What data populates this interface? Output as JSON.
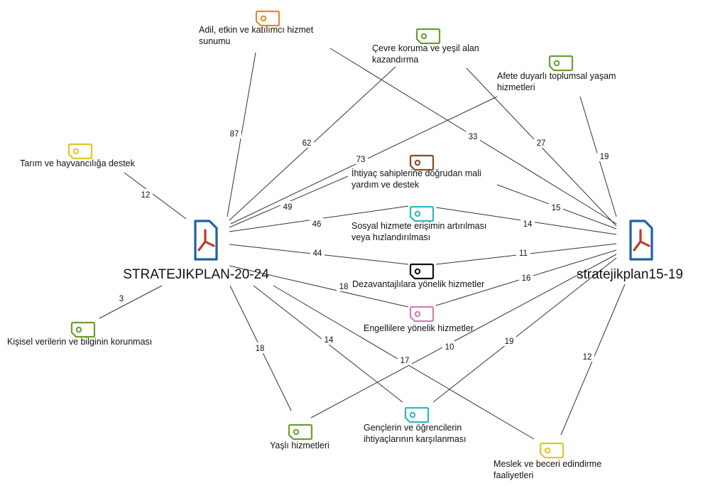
{
  "colors": {
    "orange": "#e08a2e",
    "green": "#6a9f2e",
    "yellow": "#e2c42a",
    "brown": "#8a4a1e",
    "cyan": "#2bb7c3",
    "black": "#111111",
    "pink": "#d47fb0",
    "doc_blue": "#1f5fa8",
    "doc_red": "#c0392b"
  },
  "documents": [
    {
      "id": "d1",
      "label": "STRATEJIKPLAN-20-24",
      "icon": "pdf-document-icon"
    },
    {
      "id": "d2",
      "label": "stratejikplan15-19",
      "icon": "pdf-document-icon"
    }
  ],
  "codes": [
    {
      "id": "c_adil",
      "lines": [
        "Adil,  etkin ve katılımcı hizmet",
        "sunumu"
      ],
      "color": "orange",
      "icon": "tag-icon"
    },
    {
      "id": "c_cevre",
      "lines": [
        "Çevre koruma ve yeşil alan",
        "kazandırma"
      ],
      "color": "green",
      "icon": "tag-icon"
    },
    {
      "id": "c_afete",
      "lines": [
        "Afete duyarlı toplumsal yaşam",
        "hizmetleri"
      ],
      "color": "green",
      "icon": "tag-icon"
    },
    {
      "id": "c_tarim",
      "lines": [
        "Tarım ve hayvancılığa destek"
      ],
      "color": "yellow",
      "icon": "tag-icon"
    },
    {
      "id": "c_ihtiyac",
      "lines": [
        "İhtiyaç sahiplerine doğrudan mali",
        "yardım ve destek"
      ],
      "color": "brown",
      "icon": "tag-icon"
    },
    {
      "id": "c_sosyal",
      "lines": [
        "Sosyal hizmete erişimin artırılması",
        "veya hızlandırılması"
      ],
      "color": "cyan",
      "icon": "tag-icon"
    },
    {
      "id": "c_dezav",
      "lines": [
        "Dezavantajlılara yönelik hizmetler"
      ],
      "color": "black",
      "icon": "tag-icon"
    },
    {
      "id": "c_engelli",
      "lines": [
        "Engellilere yönelik hizmetler"
      ],
      "color": "pink",
      "icon": "tag-icon"
    },
    {
      "id": "c_kisisel",
      "lines": [
        "Kişisel verilerin ve bilginin korunması"
      ],
      "color": "green",
      "icon": "tag-icon"
    },
    {
      "id": "c_yasli",
      "lines": [
        "Yaşlı hizmetleri"
      ],
      "color": "green",
      "icon": "tag-icon"
    },
    {
      "id": "c_genc",
      "lines": [
        "Gençlerin ve öğrencilerin",
        "ihtiyaçlarının karşılanması"
      ],
      "color": "cyan",
      "icon": "tag-icon"
    },
    {
      "id": "c_meslek",
      "lines": [
        "Meslek ve beceri edindirme",
        "faaliyetleri"
      ],
      "color": "yellow",
      "icon": "tag-icon"
    }
  ],
  "edges": [
    {
      "from": "d1",
      "to": "c_adil",
      "count": "87"
    },
    {
      "from": "d1",
      "to": "c_cevre",
      "count": "62"
    },
    {
      "from": "d1",
      "to": "c_afete",
      "count": "73"
    },
    {
      "from": "d1",
      "to": "c_tarim",
      "count": "12"
    },
    {
      "from": "d1",
      "to": "c_ihtiyac",
      "count": "49"
    },
    {
      "from": "d1",
      "to": "c_sosyal",
      "count": "46"
    },
    {
      "from": "d1",
      "to": "c_dezav",
      "count": "44"
    },
    {
      "from": "d1",
      "to": "c_engelli",
      "count": "18"
    },
    {
      "from": "d1",
      "to": "c_kisisel",
      "count": "3"
    },
    {
      "from": "d1",
      "to": "c_yasli",
      "count": "18"
    },
    {
      "from": "d1",
      "to": "c_genc",
      "count": "14"
    },
    {
      "from": "d1",
      "to": "c_meslek",
      "count": "17"
    },
    {
      "from": "d2",
      "to": "c_adil",
      "count": "33"
    },
    {
      "from": "d2",
      "to": "c_cevre",
      "count": "27"
    },
    {
      "from": "d2",
      "to": "c_afete",
      "count": "19"
    },
    {
      "from": "d2",
      "to": "c_ihtiyac",
      "count": "15"
    },
    {
      "from": "d2",
      "to": "c_sosyal",
      "count": "14"
    },
    {
      "from": "d2",
      "to": "c_dezav",
      "count": "11"
    },
    {
      "from": "d2",
      "to": "c_engelli",
      "count": "16"
    },
    {
      "from": "d2",
      "to": "c_yasli",
      "count": "10"
    },
    {
      "from": "d2",
      "to": "c_genc",
      "count": "19"
    },
    {
      "from": "d2",
      "to": "c_meslek",
      "count": "12"
    }
  ]
}
